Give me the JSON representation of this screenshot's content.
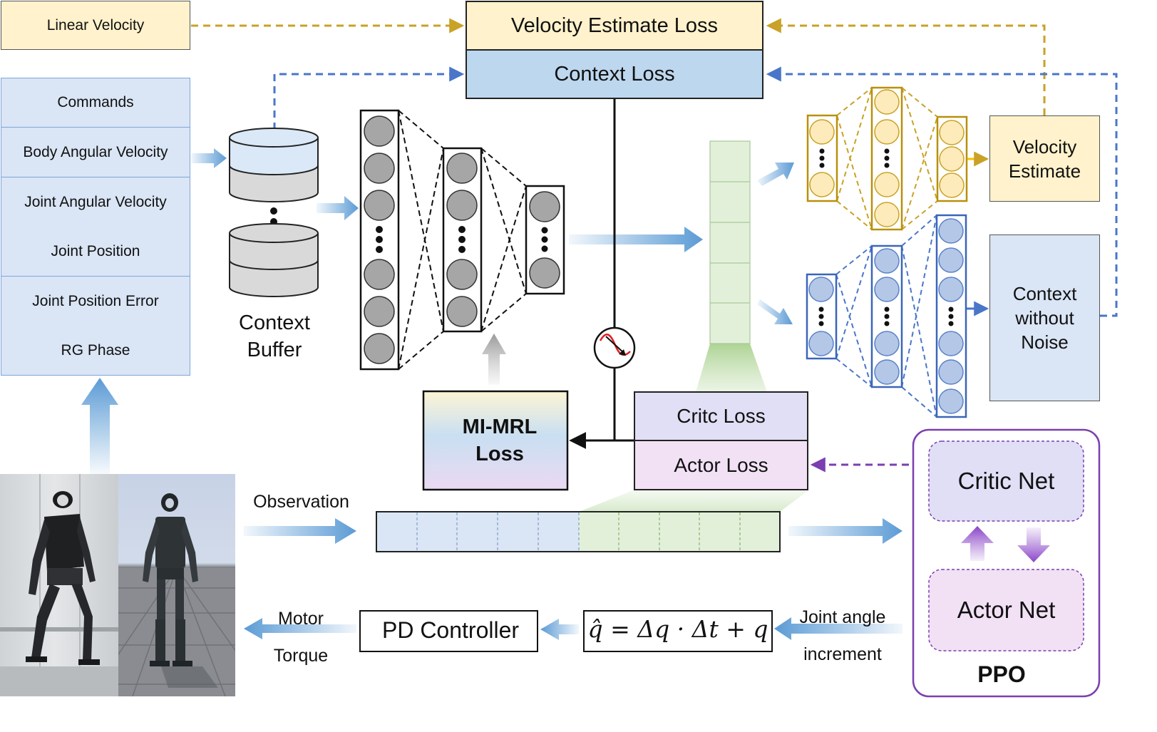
{
  "linear_velocity": "Linear Velocity",
  "observations": [
    "Commands",
    "Body Angular Velocity",
    "Joint Angular Velocity",
    "Joint Position",
    "Joint Position Error",
    "RG Phase"
  ],
  "velocity_estimate_loss": "Velocity Estimate Loss",
  "context_loss": "Context Loss",
  "context_buffer": {
    "line1": "Context",
    "line2": "Buffer"
  },
  "mi_mrl_loss": {
    "line1": "MI-MRL",
    "line2": "Loss"
  },
  "critic_loss": "Critc Loss",
  "actor_loss": "Actor Loss",
  "velocity_estimate": {
    "line1": "Velocity",
    "line2": "Estimate"
  },
  "context_without_noise": {
    "line1": "Context",
    "line2": "without",
    "line3": "Noise"
  },
  "observation_label": "Observation",
  "ppo": {
    "critic_net": "Critic Net",
    "actor_net": "Actor Net",
    "title": "PPO"
  },
  "pd_controller": "PD Controller",
  "formula": "q̂ = Δq · Δt + q",
  "motor_torque": {
    "line1": "Motor",
    "line2": "Torque"
  },
  "joint_angle_increment": {
    "line1": "Joint angle",
    "line2": "increment"
  },
  "colors": {
    "gold": "#c9a227",
    "blue_dash": "#4a76c9",
    "purple": "#7b3fb0",
    "arrow_blue": "#5b9bd5",
    "obs_fill": "#dae5f5",
    "loss_yellow": "#fff2cc",
    "loss_blue": "#bdd7ee",
    "latent_green": "#e2f0d9",
    "critic_fill": "#e0dff5",
    "actor_fill": "#f2e1f5"
  }
}
